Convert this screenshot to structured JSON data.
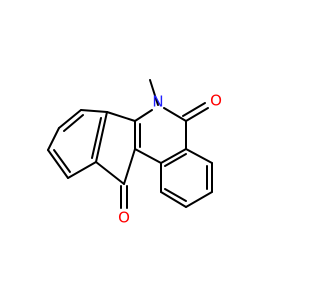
{
  "molecule": {
    "atoms": {
      "methyl_label": "",
      "nitrogen": {
        "label": "N",
        "color": "#1f1fff"
      },
      "oxygen_top": {
        "label": "O",
        "color": "#ff0000"
      },
      "oxygen_bottom": {
        "label": "O",
        "color": "#ff0000"
      }
    },
    "bond_color": "#000000"
  }
}
